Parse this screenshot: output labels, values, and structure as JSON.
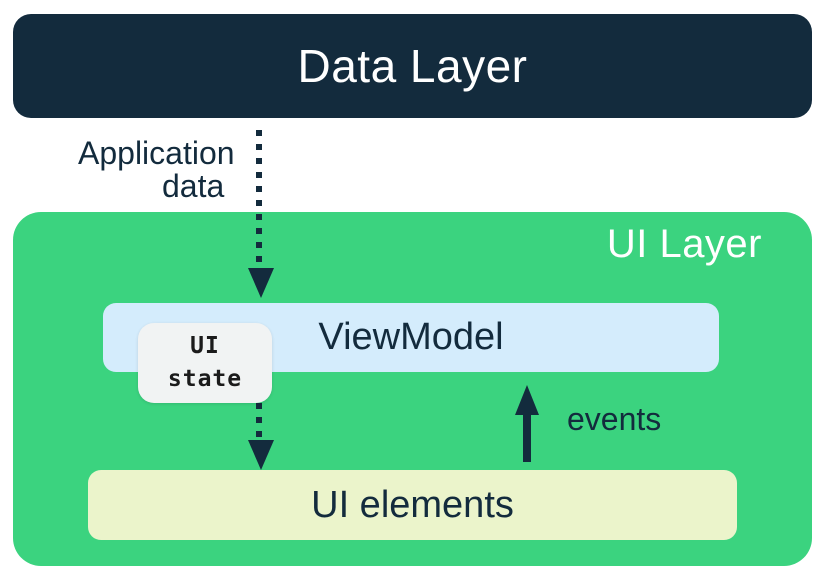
{
  "diagram": {
    "data_layer": {
      "label": "Data Layer"
    },
    "ui_layer": {
      "label": "UI Layer",
      "viewmodel": {
        "label": "ViewModel"
      },
      "ui_state_badge": {
        "line1": "UI",
        "line2": "state"
      },
      "ui_elements": {
        "label": "UI elements"
      }
    },
    "flows": {
      "application_data": {
        "label_line1": "Application",
        "label_line2": "data",
        "style": "dotted",
        "direction": "down"
      },
      "events": {
        "label": "events",
        "style": "solid",
        "direction": "up"
      }
    },
    "colors": {
      "navy": "#132b3d",
      "green": "#3bd37f",
      "light_blue": "#d4ecfc",
      "cream": "#ebf4cb",
      "badge_gray": "#f1f3f3",
      "white": "#ffffff"
    }
  }
}
